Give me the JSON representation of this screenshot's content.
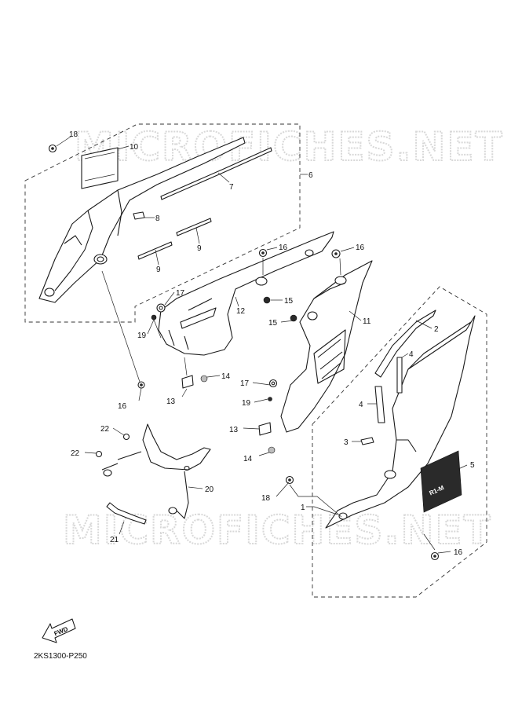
{
  "watermark": "MICROFICHES.NET",
  "diagram_code": "2KS1300-P250",
  "fwd_label": "FWD",
  "decal_text": "R1-M",
  "callouts": [
    {
      "id": "c18a",
      "label": "18"
    },
    {
      "id": "c10",
      "label": "10"
    },
    {
      "id": "c7",
      "label": "7"
    },
    {
      "id": "c6",
      "label": "6"
    },
    {
      "id": "c8",
      "label": "8"
    },
    {
      "id": "c9a",
      "label": "9"
    },
    {
      "id": "c9b",
      "label": "9"
    },
    {
      "id": "c16a",
      "label": "16"
    },
    {
      "id": "c16b",
      "label": "16"
    },
    {
      "id": "c17a",
      "label": "17"
    },
    {
      "id": "c12",
      "label": "12"
    },
    {
      "id": "c15a",
      "label": "15"
    },
    {
      "id": "c15b",
      "label": "15"
    },
    {
      "id": "c11",
      "label": "11"
    },
    {
      "id": "c19a",
      "label": "19"
    },
    {
      "id": "c2",
      "label": "2"
    },
    {
      "id": "c4a",
      "label": "4"
    },
    {
      "id": "c14a",
      "label": "14"
    },
    {
      "id": "c13a",
      "label": "13"
    },
    {
      "id": "c16c",
      "label": "16"
    },
    {
      "id": "c17b",
      "label": "17"
    },
    {
      "id": "c19b",
      "label": "19"
    },
    {
      "id": "c4b",
      "label": "4"
    },
    {
      "id": "c22a",
      "label": "22"
    },
    {
      "id": "c13b",
      "label": "13"
    },
    {
      "id": "c3",
      "label": "3"
    },
    {
      "id": "c22b",
      "label": "22"
    },
    {
      "id": "c14b",
      "label": "14"
    },
    {
      "id": "c5",
      "label": "5"
    },
    {
      "id": "c20",
      "label": "20"
    },
    {
      "id": "c18b",
      "label": "18"
    },
    {
      "id": "c1",
      "label": "1"
    },
    {
      "id": "c21",
      "label": "21"
    },
    {
      "id": "c16d",
      "label": "16"
    }
  ]
}
